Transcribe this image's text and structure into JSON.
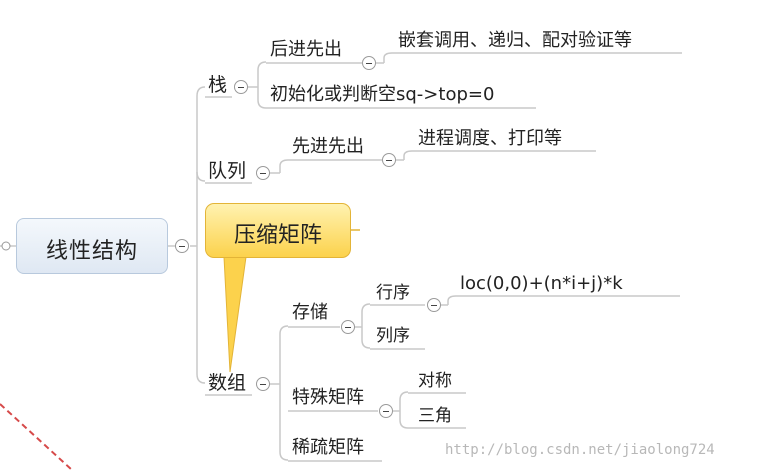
{
  "root": {
    "label": "线性结构"
  },
  "callout": {
    "label": "压缩矩阵"
  },
  "branches": {
    "stack": {
      "label": "栈",
      "lifo": {
        "label": "后进先出",
        "detail": "嵌套调用、递归、配对验证等"
      },
      "init": {
        "label": "初始化或判断空sq->top=0"
      }
    },
    "queue": {
      "label": "队列",
      "fifo": {
        "label": "先进先出",
        "detail": "进程调度、打印等"
      }
    },
    "array": {
      "label": "数组",
      "storage": {
        "label": "存储",
        "row_major": {
          "label": "行序",
          "formula": "loc(0,0)+(n*i+j)*k"
        },
        "col_major": {
          "label": "列序"
        }
      },
      "special": {
        "label": "特殊矩阵",
        "symmetric": {
          "label": "对称"
        },
        "triangular": {
          "label": "三角"
        }
      },
      "sparse": {
        "label": "稀疏矩阵"
      }
    }
  },
  "watermark": "http://blog.csdn.net/jiaolong724",
  "colors": {
    "line": "#c8c8c8",
    "root_fill": "#e6eef7",
    "root_border": "#b8c9dd",
    "callout_fill": "#fcd24c",
    "callout_border": "#e3b437",
    "dashed": "#d64a4a"
  }
}
